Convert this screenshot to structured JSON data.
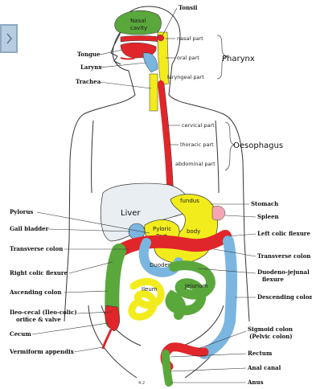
{
  "colors": {
    "green": "#5aa83c",
    "yellow": "#f2ec1c",
    "red": "#e0262a",
    "blue": "#7ab6e0",
    "pink": "#f5a6b2",
    "liver": "#e9eef2",
    "outline": "#333333"
  },
  "labels": {
    "tonsil": "Tonsil",
    "nasal_part": "nasal part",
    "oral_part": "oral part",
    "laryngeal_part": "laryngeal part",
    "pharynx": "Pharynx",
    "tongue": "Tongue",
    "larynx": "Larynx",
    "trachea": "Trachea",
    "cervical_part": "cervical part",
    "thoracic_part": "thoracic part",
    "abdominal_part": "abdominal part",
    "oesophagus": "Oesophagus",
    "stomach": "Stomach",
    "spleen": "Spleen",
    "left_colic_flexure": "Left colic flexure",
    "transverse_colon_right": "Transverse colon",
    "duodeno_jejunal_1": "Duodeno-jejunal",
    "duodeno_jejunal_2": "flexure",
    "descending_colon": "Descending colon",
    "sigmoid_colon_1": "Sigmoid colon",
    "sigmoid_colon_2": "(Pelvic colon)",
    "rectum": "Rectum",
    "anal_canal": "Anal canal",
    "anus": "Anus",
    "pylorus": "Pylorus",
    "gall_bladder": "Gall bladder",
    "transverse_colon_left": "Transverse colon",
    "right_colic_flexure": "Right colic flexure",
    "ascending_colon": "Ascending colon",
    "ileocecal_1": "Ileo-cecal (Ileo-colic)",
    "ileocecal_2": "orifice & valve",
    "cecum": "Cecum",
    "vermiform_appendix": "Vermiform appendix"
  },
  "organ_labels": {
    "nasal_cavity_1": "Nasal",
    "nasal_cavity_2": "cavity",
    "liver": "Liver",
    "fundus": "fundus",
    "body": "body",
    "pyloric_part_1": "Pyloric",
    "pyloric_part_2": "Part",
    "duodenum": "Duodenum",
    "ileum": "Ileum",
    "jejunum": "Jejunum"
  },
  "page_number": "4-2"
}
